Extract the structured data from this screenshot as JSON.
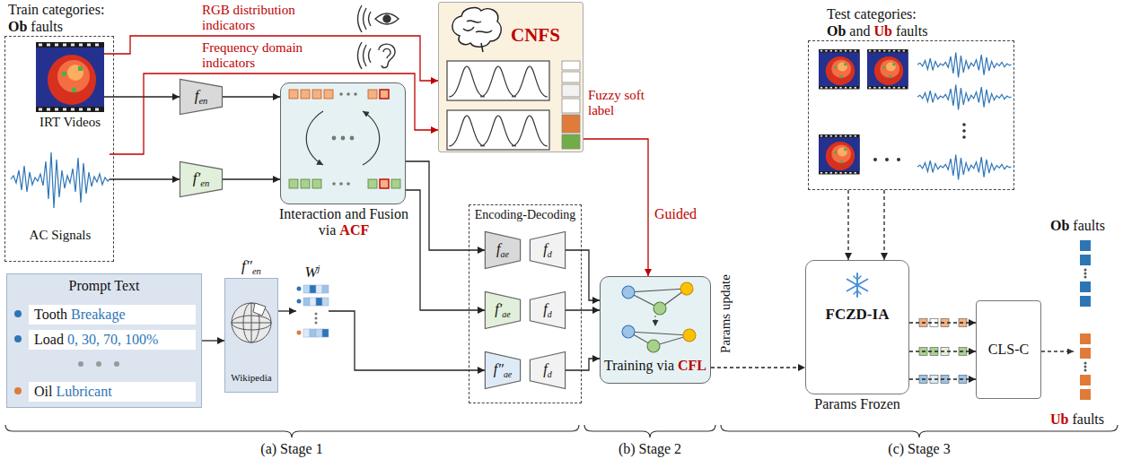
{
  "diagram": {
    "nodes": [
      {
        "text": [
          "Train categories:",
          "Ob",
          "faults"
        ]
      },
      {
        "text": [
          "IRT Videos"
        ],
        "in": 0
      },
      {
        "text": [
          "AC Signals"
        ],
        "in": 0
      },
      {
        "text": [
          "f",
          "en"
        ]
      },
      {
        "text": [
          "f′",
          "en"
        ]
      },
      {
        "text": [
          "Interaction and Fusion via",
          "ACF"
        ]
      },
      {
        "text": [
          "CNFS"
        ]
      },
      {
        "text": [
          "Prompt Text",
          "Tooth",
          "Breakage",
          "Load",
          "0, 30, 70, 100%",
          "Oil",
          "Lubricant"
        ]
      },
      {
        "text": [
          "f″",
          "en",
          "Wikipedia"
        ]
      },
      {
        "text": [
          "W",
          "j"
        ]
      },
      {
        "text": [
          "Encoding-Decoding"
        ]
      },
      {
        "text": [
          "f",
          "ae"
        ],
        "in": 10
      },
      {
        "text": [
          "f",
          "d"
        ],
        "in": 10
      },
      {
        "text": [
          "f′",
          "ae"
        ],
        "in": 10
      },
      {
        "text": [
          "f",
          "d"
        ],
        "in": 10
      },
      {
        "text": [
          "f″",
          "ae"
        ],
        "in": 10
      },
      {
        "text": [
          "f",
          "d"
        ],
        "in": 10
      },
      {
        "text": [
          "Training via",
          "CFL"
        ]
      },
      {
        "text": [
          "Test categories:",
          "Ob",
          "and",
          "Ub",
          "faults"
        ]
      },
      {
        "text": [
          "FCZD-IA",
          "Params Frozen"
        ]
      },
      {
        "text": [
          "CLS-C"
        ]
      }
    ],
    "edges": [
      {
        "from": 1,
        "to": 3,
        "arrow": "to"
      },
      {
        "from": 2,
        "to": 4,
        "arrow": "to"
      },
      {
        "from": 3,
        "to": 5,
        "arrow": "to"
      },
      {
        "from": 4,
        "to": 5,
        "arrow": "to"
      },
      {
        "from": 1,
        "to": 6,
        "label": "RGB distribution indicators",
        "arrow": "to"
      },
      {
        "from": 2,
        "to": 6,
        "label": "Frequency domain indicators",
        "arrow": "to"
      },
      {
        "from": 5,
        "to": 11,
        "arrow": "to"
      },
      {
        "from": 5,
        "to": 13,
        "arrow": "to"
      },
      {
        "from": 7,
        "to": 8,
        "arrow": "to"
      },
      {
        "from": 8,
        "to": 9,
        "arrow": "to"
      },
      {
        "from": 9,
        "to": 15,
        "arrow": "to"
      },
      {
        "from": 12,
        "to": 17,
        "arrow": "to"
      },
      {
        "from": 14,
        "to": 17,
        "arrow": "to"
      },
      {
        "from": 16,
        "to": 17,
        "arrow": "to"
      },
      {
        "from": 6,
        "to": 17,
        "label": "Guided",
        "arrow": "to"
      },
      {
        "from": 17,
        "to": 19,
        "label": "Params update",
        "arrow": "to"
      },
      {
        "from": 18,
        "to": 19,
        "arrow": "to"
      },
      {
        "from": 18,
        "to": 19,
        "arrow": "to"
      },
      {
        "from": 19,
        "to": 20,
        "arrow": "to"
      },
      {
        "from": 19,
        "to": 20,
        "arrow": "to"
      },
      {
        "from": 19,
        "to": 20,
        "arrow": "to"
      }
    ],
    "labels": [
      "Fuzzy soft label",
      "(a) Stage 1",
      "(b) Stage 2",
      "(c) Stage 3",
      "Ob",
      "faults",
      "Ub",
      "faults"
    ]
  }
}
